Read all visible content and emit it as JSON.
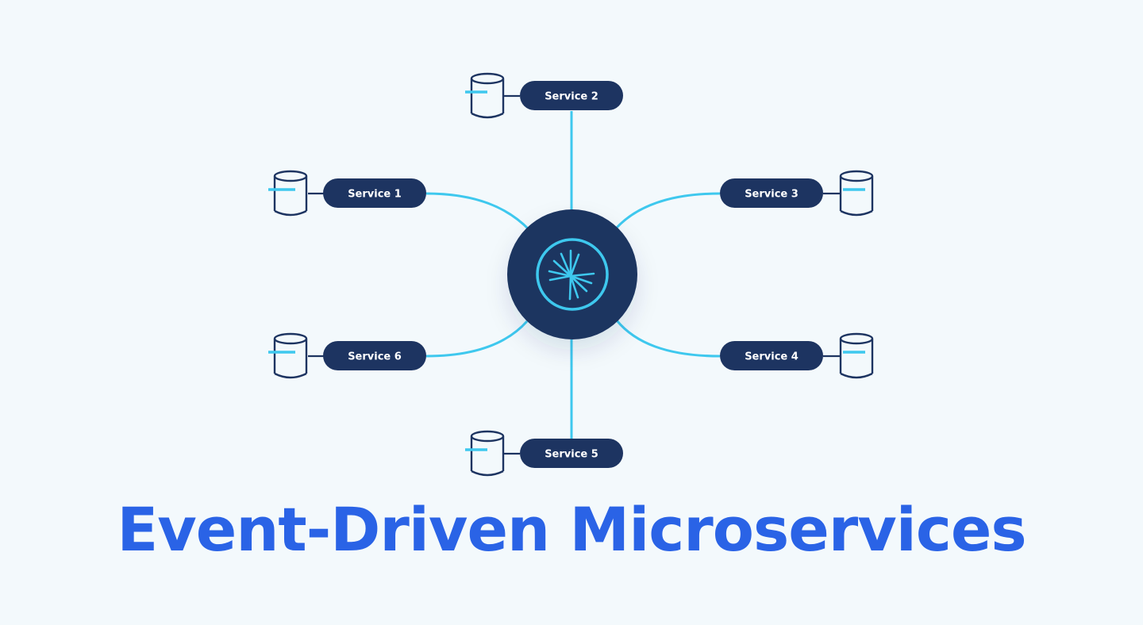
{
  "diagram": {
    "title": "Event-Driven Microservices",
    "colors": {
      "background": "#f3f9fc",
      "navy": "#1d3461",
      "accent_cyan": "#3ec8ee",
      "title_blue": "#2a63e6",
      "pill_text": "#ffffff"
    },
    "hub": {
      "icon": "event-broker-starburst-icon"
    },
    "services": [
      {
        "id": "service-1",
        "label": "Service 1",
        "icon": "database-icon"
      },
      {
        "id": "service-2",
        "label": "Service 2",
        "icon": "database-icon"
      },
      {
        "id": "service-3",
        "label": "Service 3",
        "icon": "database-icon"
      },
      {
        "id": "service-4",
        "label": "Service 4",
        "icon": "database-icon"
      },
      {
        "id": "service-5",
        "label": "Service 5",
        "icon": "database-icon"
      },
      {
        "id": "service-6",
        "label": "Service 6",
        "icon": "database-icon"
      }
    ]
  }
}
